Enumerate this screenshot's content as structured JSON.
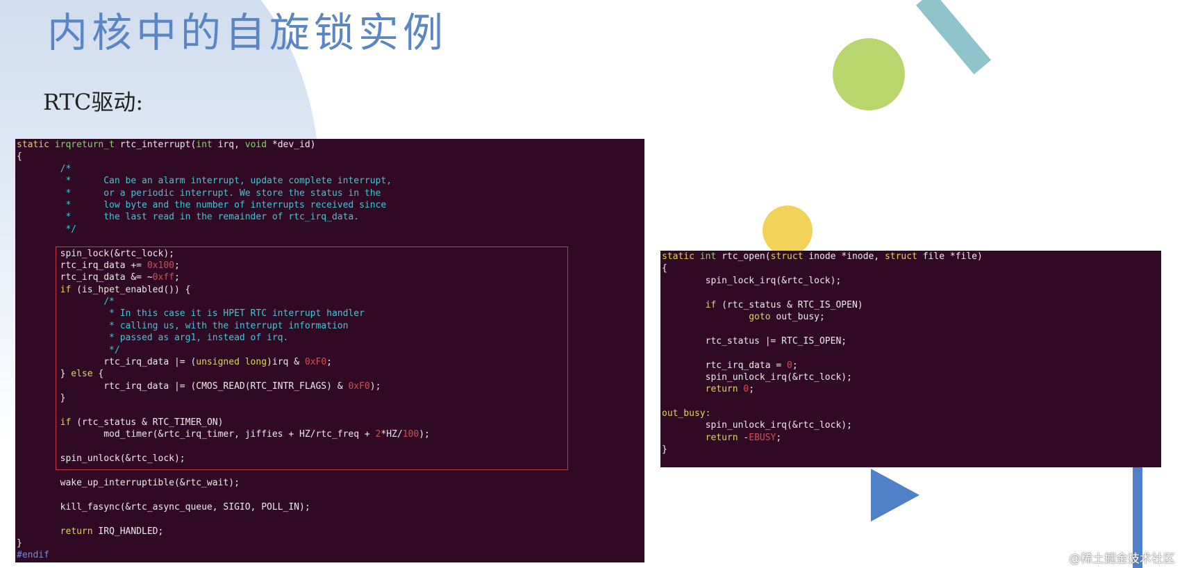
{
  "slide": {
    "title": "内核中的自旋锁实例",
    "subtitle": "RTC驱动:",
    "watermark": "@稀土掘金技术社区"
  },
  "left_code": [
    "static irqreturn_t rtc_interrupt(int irq, void *dev_id)",
    "{",
    "        /*",
    "         *      Can be an alarm interrupt, update complete interrupt,",
    "         *      or a periodic interrupt. We store the status in the",
    "         *      low byte and the number of interrupts received since",
    "         *      the last read in the remainder of rtc_irq_data.",
    "         */",
    "",
    "        spin_lock(&rtc_lock);",
    "        rtc_irq_data += 0x100;",
    "        rtc_irq_data &= ~0xff;",
    "        if (is_hpet_enabled()) {",
    "                /*",
    "                 * In this case it is HPET RTC interrupt handler",
    "                 * calling us, with the interrupt information",
    "                 * passed as arg1, instead of irq.",
    "                 */",
    "                rtc_irq_data |= (unsigned long)irq & 0xF0;",
    "        } else {",
    "                rtc_irq_data |= (CMOS_READ(RTC_INTR_FLAGS) & 0xF0);",
    "        }",
    "",
    "        if (rtc_status & RTC_TIMER_ON)",
    "                mod_timer(&rtc_irq_timer, jiffies + HZ/rtc_freq + 2*HZ/100);",
    "",
    "        spin_unlock(&rtc_lock);",
    "",
    "        wake_up_interruptible(&rtc_wait);",
    "",
    "        kill_fasync(&rtc_async_queue, SIGIO, POLL_IN);",
    "",
    "        return IRQ_HANDLED;",
    "}",
    "#endif"
  ],
  "right_code": [
    "static int rtc_open(struct inode *inode, struct file *file)",
    "{",
    "        spin_lock_irq(&rtc_lock);",
    "",
    "        if (rtc_status & RTC_IS_OPEN)",
    "                goto out_busy;",
    "",
    "        rtc_status |= RTC_IS_OPEN;",
    "",
    "        rtc_irq_data = 0;",
    "        spin_unlock_irq(&rtc_lock);",
    "        return 0;",
    "",
    "out_busy:",
    "        spin_unlock_irq(&rtc_lock);",
    "        return -EBUSY;",
    "}"
  ],
  "colors": {
    "terminal_bg": "#300a24",
    "keyword": "#dcd65a",
    "type": "#86d36a",
    "comment": "#42c6d6",
    "number": "#d24e54",
    "highlight_box": "#c23b45",
    "title": "#5b86c4"
  }
}
